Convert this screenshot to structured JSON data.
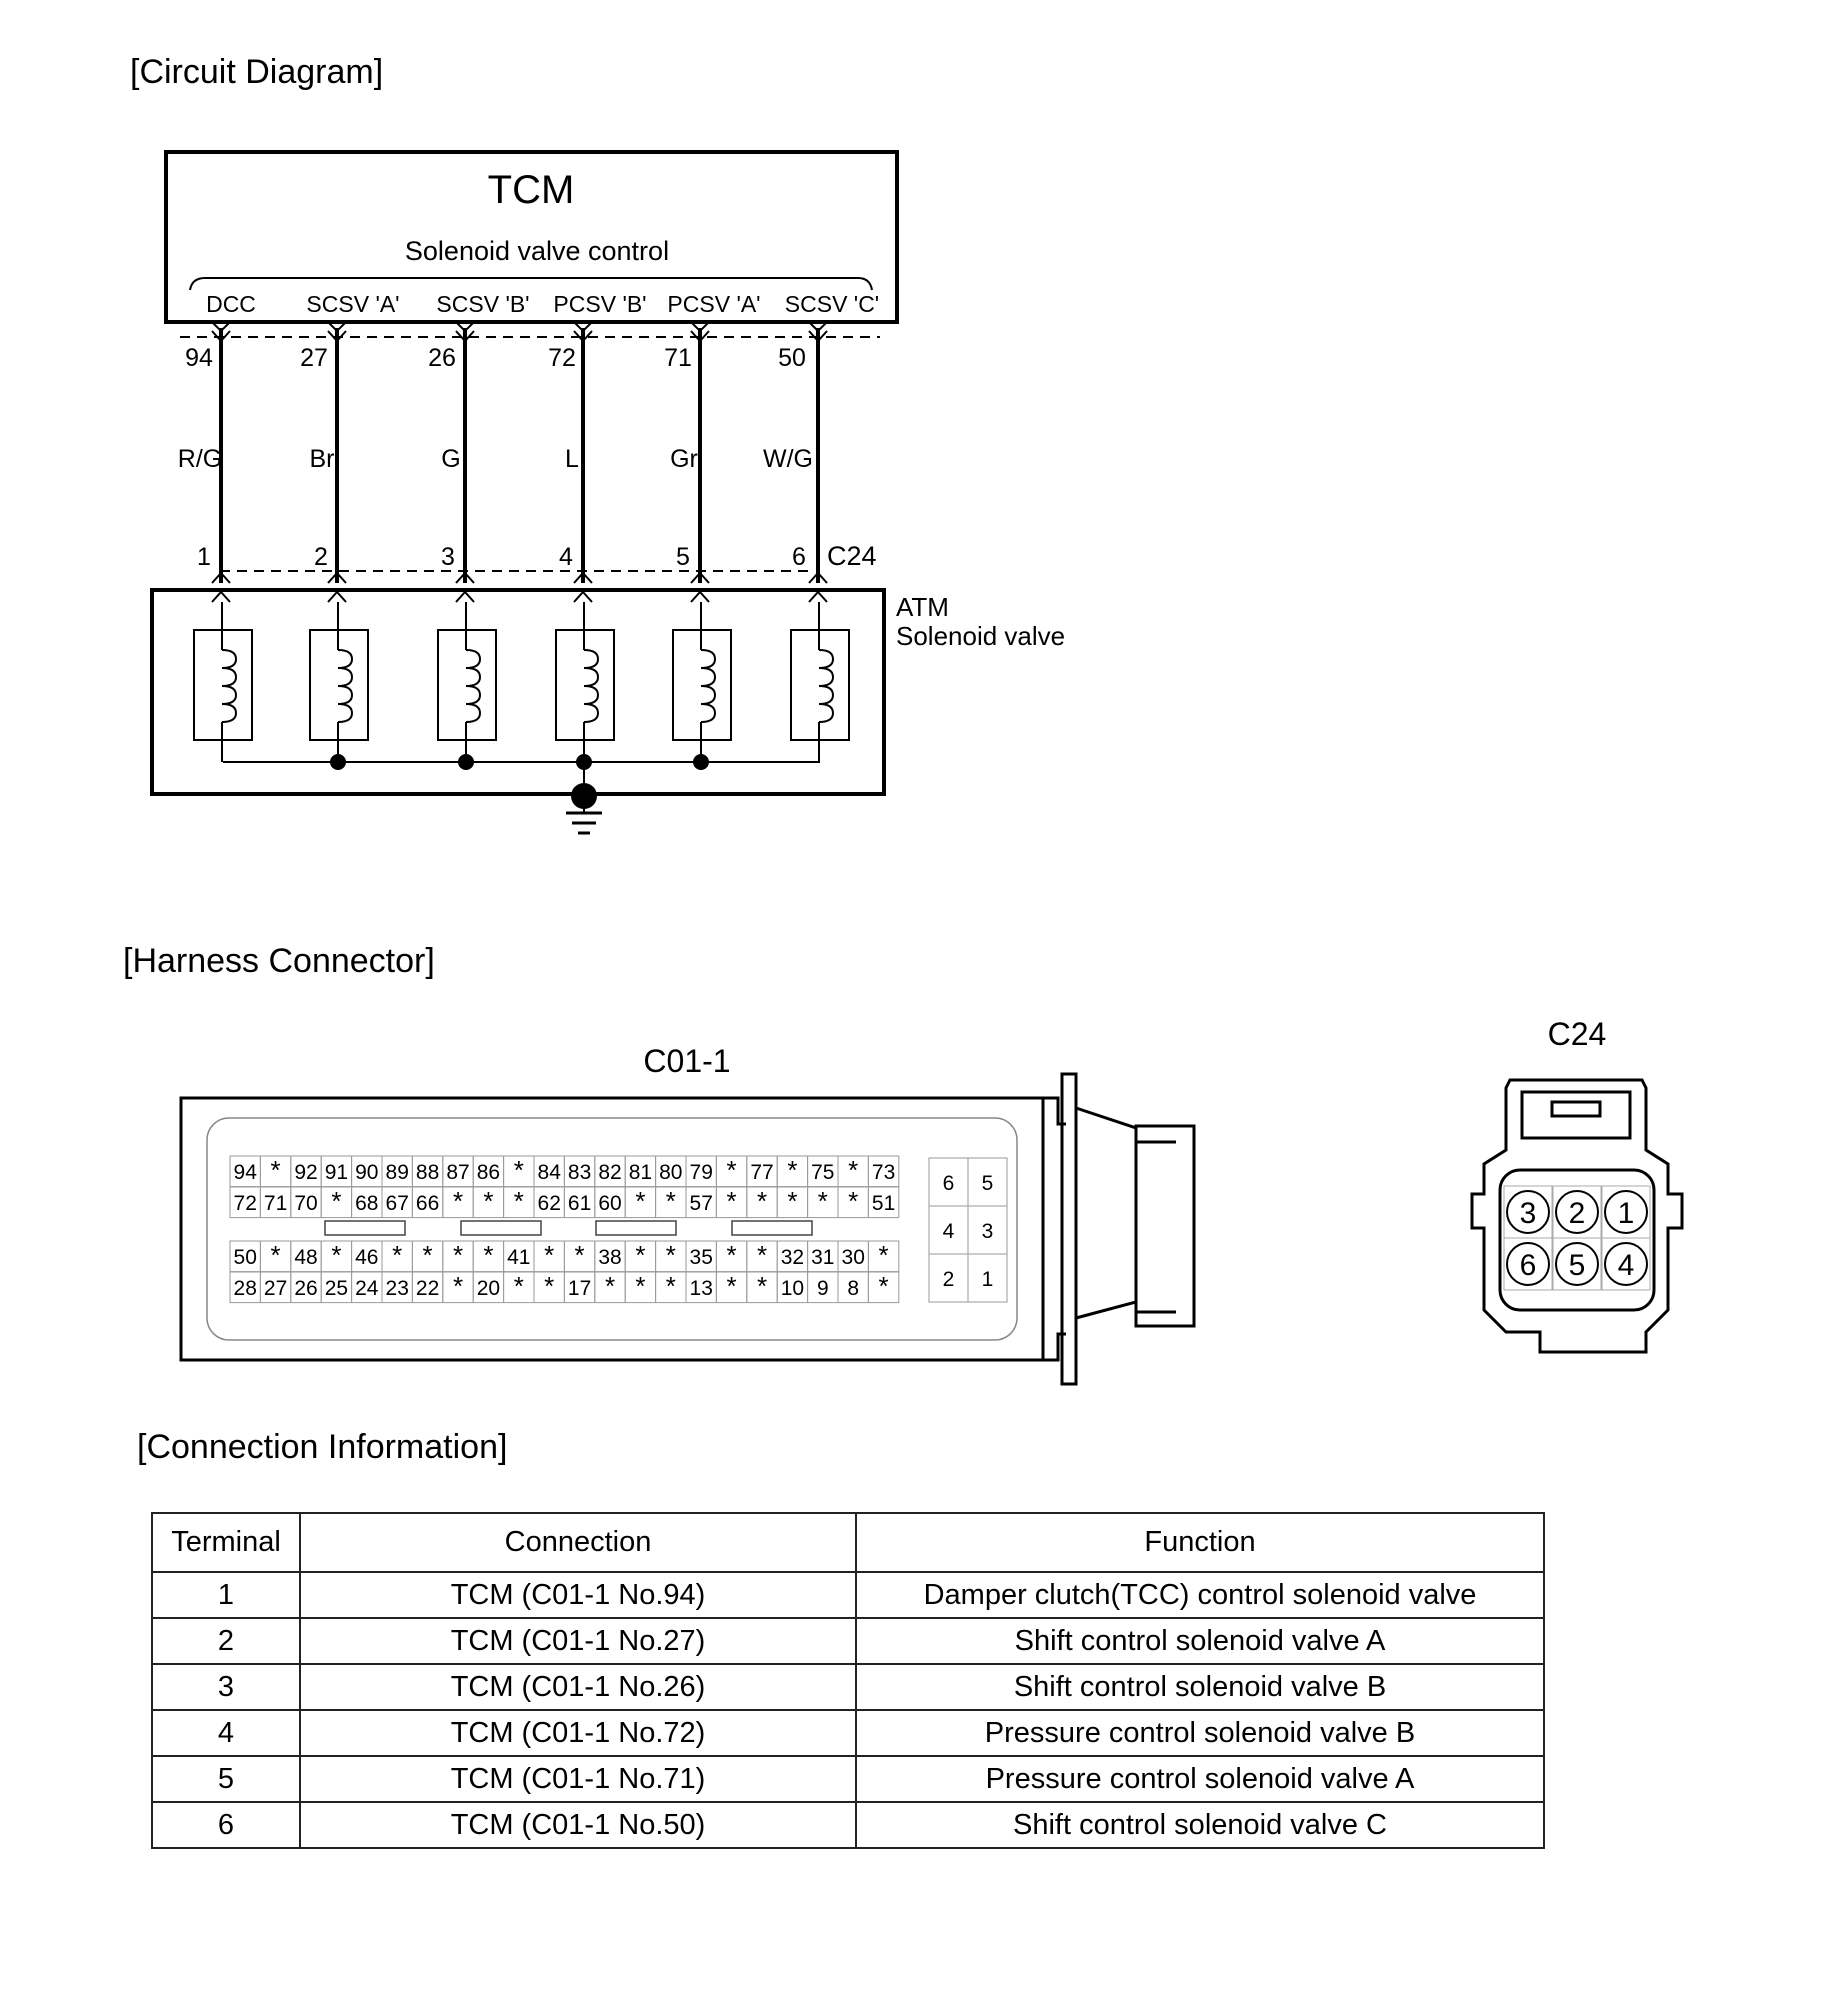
{
  "sections": {
    "circuit_diagram": "[Circuit Diagram]",
    "harness_connector": "[Harness Connector]",
    "connection_information": "[Connection Information]"
  },
  "circuit": {
    "module_name": "TCM",
    "module_subtitle": "Solenoid valve control",
    "signals": [
      {
        "name": "DCC",
        "tcm_pin": "94",
        "wire_color": "R/G",
        "c24_pin": "1"
      },
      {
        "name": "SCSV 'A'",
        "tcm_pin": "27",
        "wire_color": "Br",
        "c24_pin": "2"
      },
      {
        "name": "SCSV 'B'",
        "tcm_pin": "26",
        "wire_color": "G",
        "c24_pin": "3"
      },
      {
        "name": "PCSV 'B'",
        "tcm_pin": "72",
        "wire_color": "L",
        "c24_pin": "4"
      },
      {
        "name": "PCSV 'A'",
        "tcm_pin": "71",
        "wire_color": "Gr",
        "c24_pin": "5"
      },
      {
        "name": "SCSV 'C'",
        "tcm_pin": "50",
        "wire_color": "W/G",
        "c24_pin": "6"
      }
    ],
    "connector_label": "C24",
    "component_label_line1": "ATM",
    "component_label_line2": "Solenoid valve"
  },
  "harness": {
    "c01_label": "C01-1",
    "c01_rows": [
      [
        "94",
        "*",
        "92",
        "91",
        "90",
        "89",
        "88",
        "87",
        "86",
        "*",
        "84",
        "83",
        "82",
        "81",
        "80",
        "79",
        "*",
        "77",
        "*",
        "75",
        "*",
        "73"
      ],
      [
        "72",
        "71",
        "70",
        "*",
        "68",
        "67",
        "66",
        "*",
        "*",
        "*",
        "62",
        "61",
        "60",
        "*",
        "*",
        "57",
        "*",
        "*",
        "*",
        "*",
        "*",
        "51"
      ],
      [
        "50",
        "*",
        "48",
        "*",
        "46",
        "*",
        "*",
        "*",
        "*",
        "41",
        "*",
        "*",
        "38",
        "*",
        "*",
        "35",
        "*",
        "*",
        "32",
        "31",
        "30",
        "*"
      ],
      [
        "28",
        "27",
        "26",
        "25",
        "24",
        "23",
        "22",
        "*",
        "20",
        "*",
        "*",
        "17",
        "*",
        "*",
        "*",
        "13",
        "*",
        "*",
        "10",
        "9",
        "8",
        "*"
      ]
    ],
    "c01_side_pins": [
      [
        "6",
        "5"
      ],
      [
        "4",
        "3"
      ],
      [
        "2",
        "1"
      ]
    ],
    "c24_label": "C24",
    "c24_pins": [
      [
        "3",
        "2",
        "1"
      ],
      [
        "6",
        "5",
        "4"
      ]
    ]
  },
  "table": {
    "headers": [
      "Terminal",
      "Connection",
      "Function"
    ],
    "rows": [
      [
        "1",
        "TCM (C01-1 No.94)",
        "Damper clutch(TCC) control solenoid valve"
      ],
      [
        "2",
        "TCM (C01-1 No.27)",
        "Shift control solenoid valve A"
      ],
      [
        "3",
        "TCM (C01-1 No.26)",
        "Shift control solenoid valve B"
      ],
      [
        "4",
        "TCM (C01-1 No.72)",
        "Pressure control solenoid valve B"
      ],
      [
        "5",
        "TCM (C01-1 No.71)",
        "Pressure control solenoid valve A"
      ],
      [
        "6",
        "TCM (C01-1 No.50)",
        "Shift control solenoid valve C"
      ]
    ]
  }
}
